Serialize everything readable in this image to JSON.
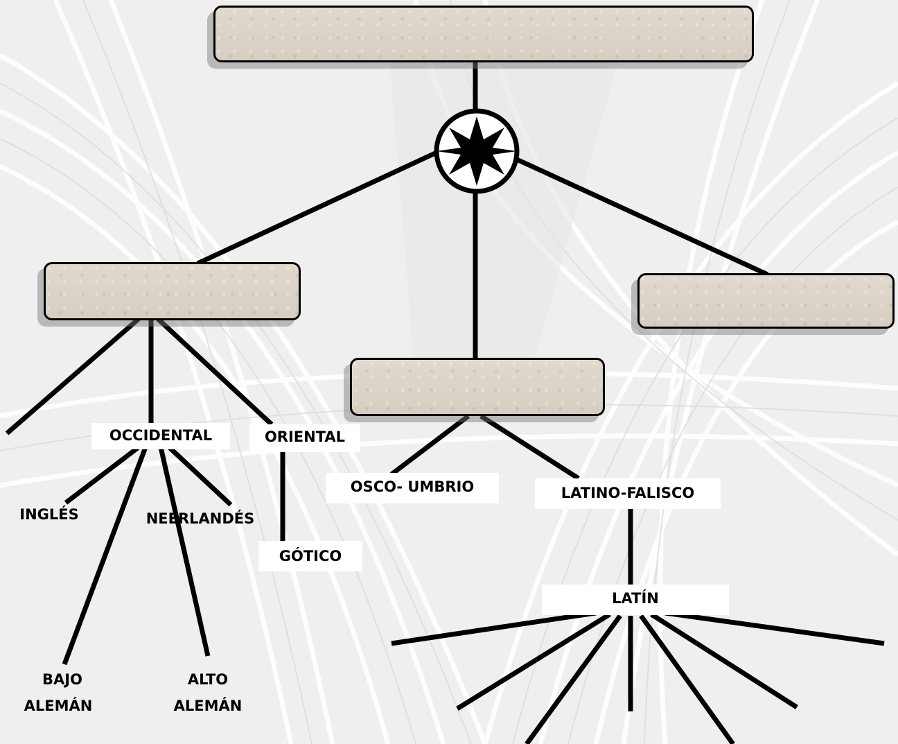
{
  "tree": {
    "root": {
      "label": ""
    },
    "branches": {
      "germanic": {
        "label": ""
      },
      "italic": {
        "label": ""
      },
      "third": {
        "label": ""
      }
    },
    "germanic_children": {
      "occidental": "OCCIDENTAL",
      "oriental": "ORIENTAL"
    },
    "occidental_children": {
      "ingles": "INGLÉS",
      "neerlandes": "NEERLANDÉS",
      "bajo_aleman_1": "BAJO",
      "bajo_aleman_2": "ALEMÁN",
      "alto_aleman_1": "ALTO",
      "alto_aleman_2": "ALEMÁN"
    },
    "oriental_children": {
      "gotico": "GÓTICO"
    },
    "italic_children": {
      "osco_umbrio": "OSCO- UMBRIO",
      "latino_falisco": "LATINO-FALISCO"
    },
    "latino_falisco_children": {
      "latin": "LATÍN"
    }
  },
  "icons": {
    "hub": "compass-star-icon"
  },
  "colors": {
    "box_fill": "#dcd4c8",
    "line": "#000000",
    "background": "#f2f2f2"
  }
}
